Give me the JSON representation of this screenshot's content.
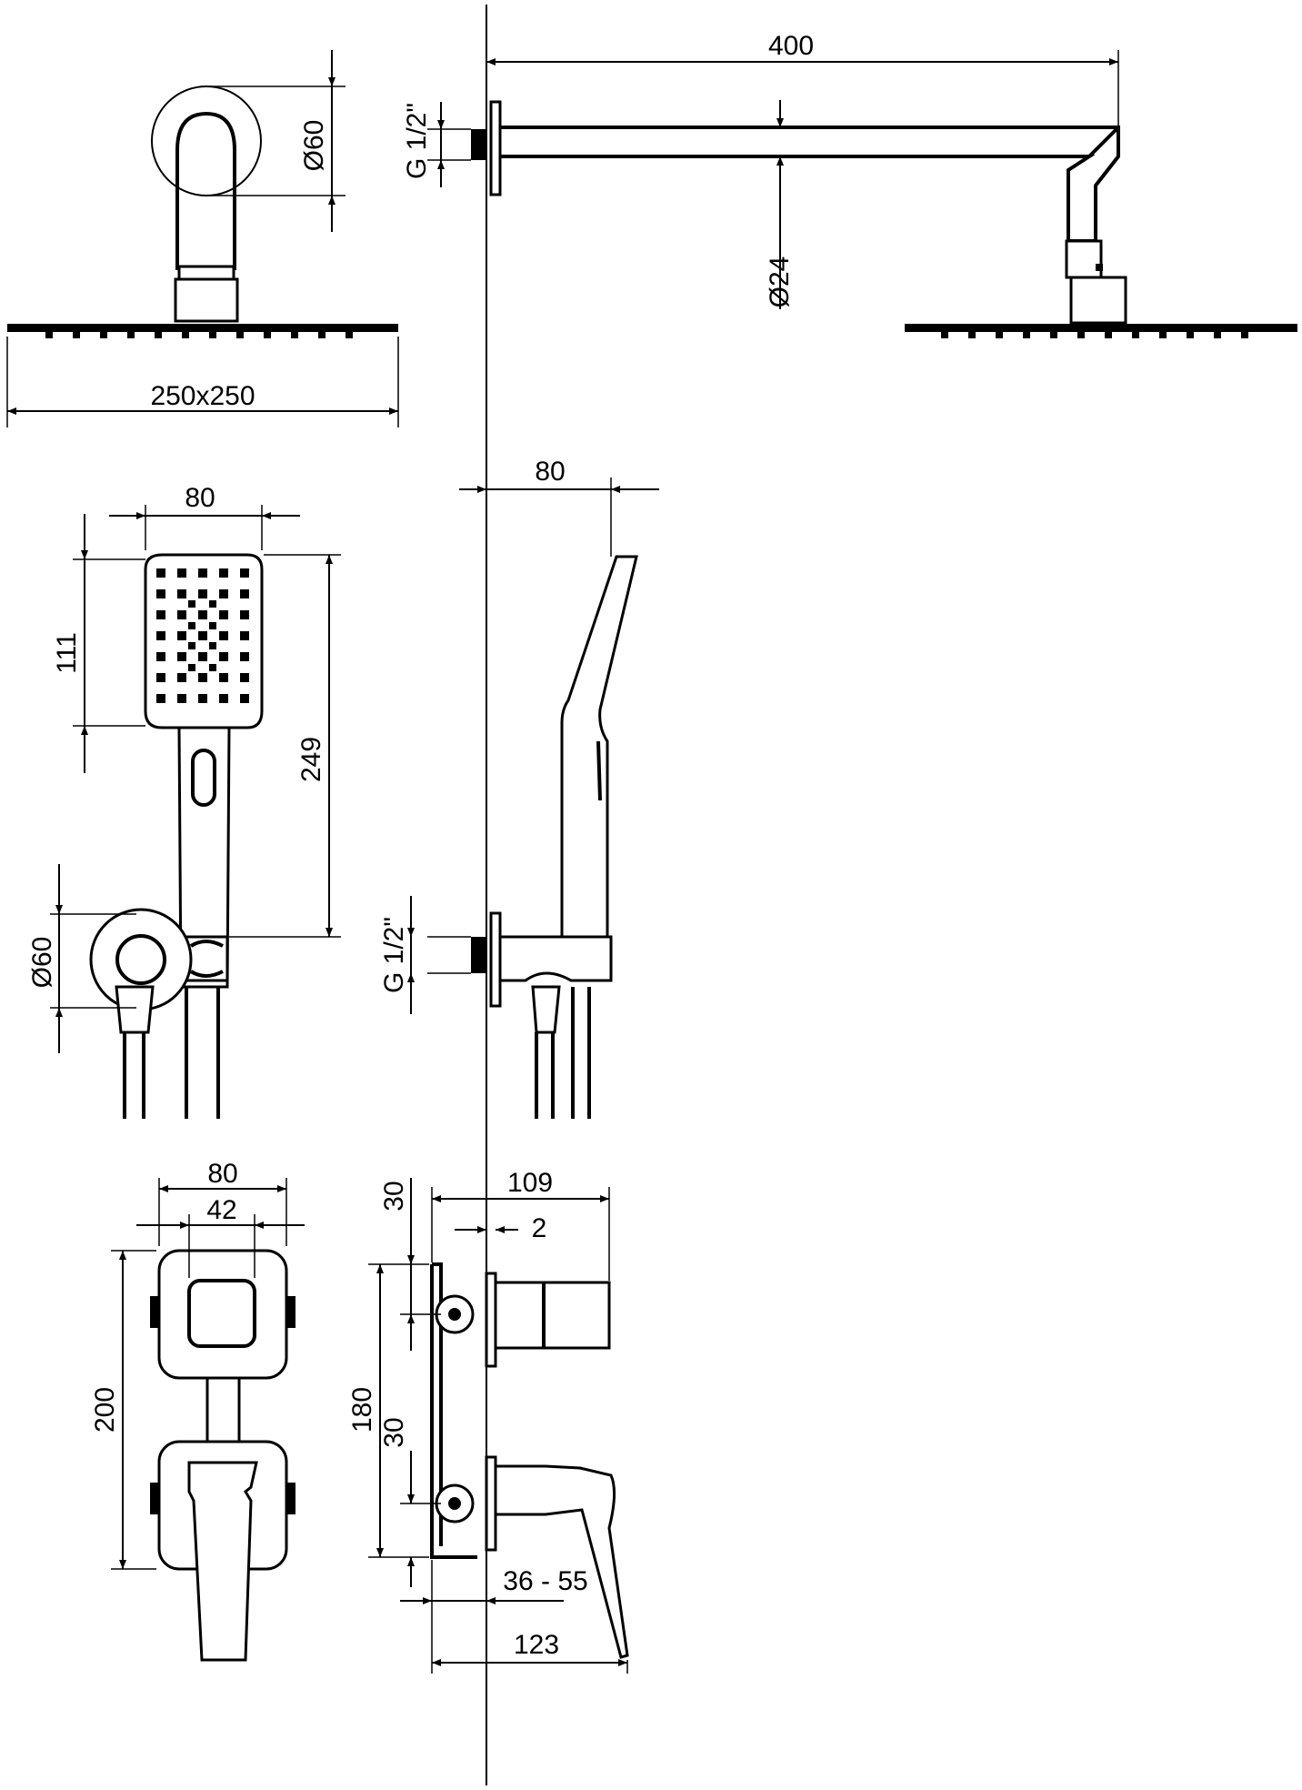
{
  "rain_shower": {
    "arm_length": "400",
    "thread": "G 1/2\"",
    "arm_diameter": "Ø24",
    "flange_diameter": "Ø60",
    "head_size": "250x250"
  },
  "hand_shower": {
    "width": "80",
    "head_length": "111",
    "total_length": "249",
    "holder_diameter": "Ø60",
    "side_depth": "80",
    "thread": "G 1/2\""
  },
  "mixer": {
    "plate_width": "80",
    "cap_width": "42",
    "height": "200",
    "depth_total": "109",
    "wall_offset": "2",
    "dim_30_top": "30",
    "dim_180": "180",
    "dim_30_bottom": "30",
    "install_range": "36 - 55",
    "lever_reach": "123"
  }
}
